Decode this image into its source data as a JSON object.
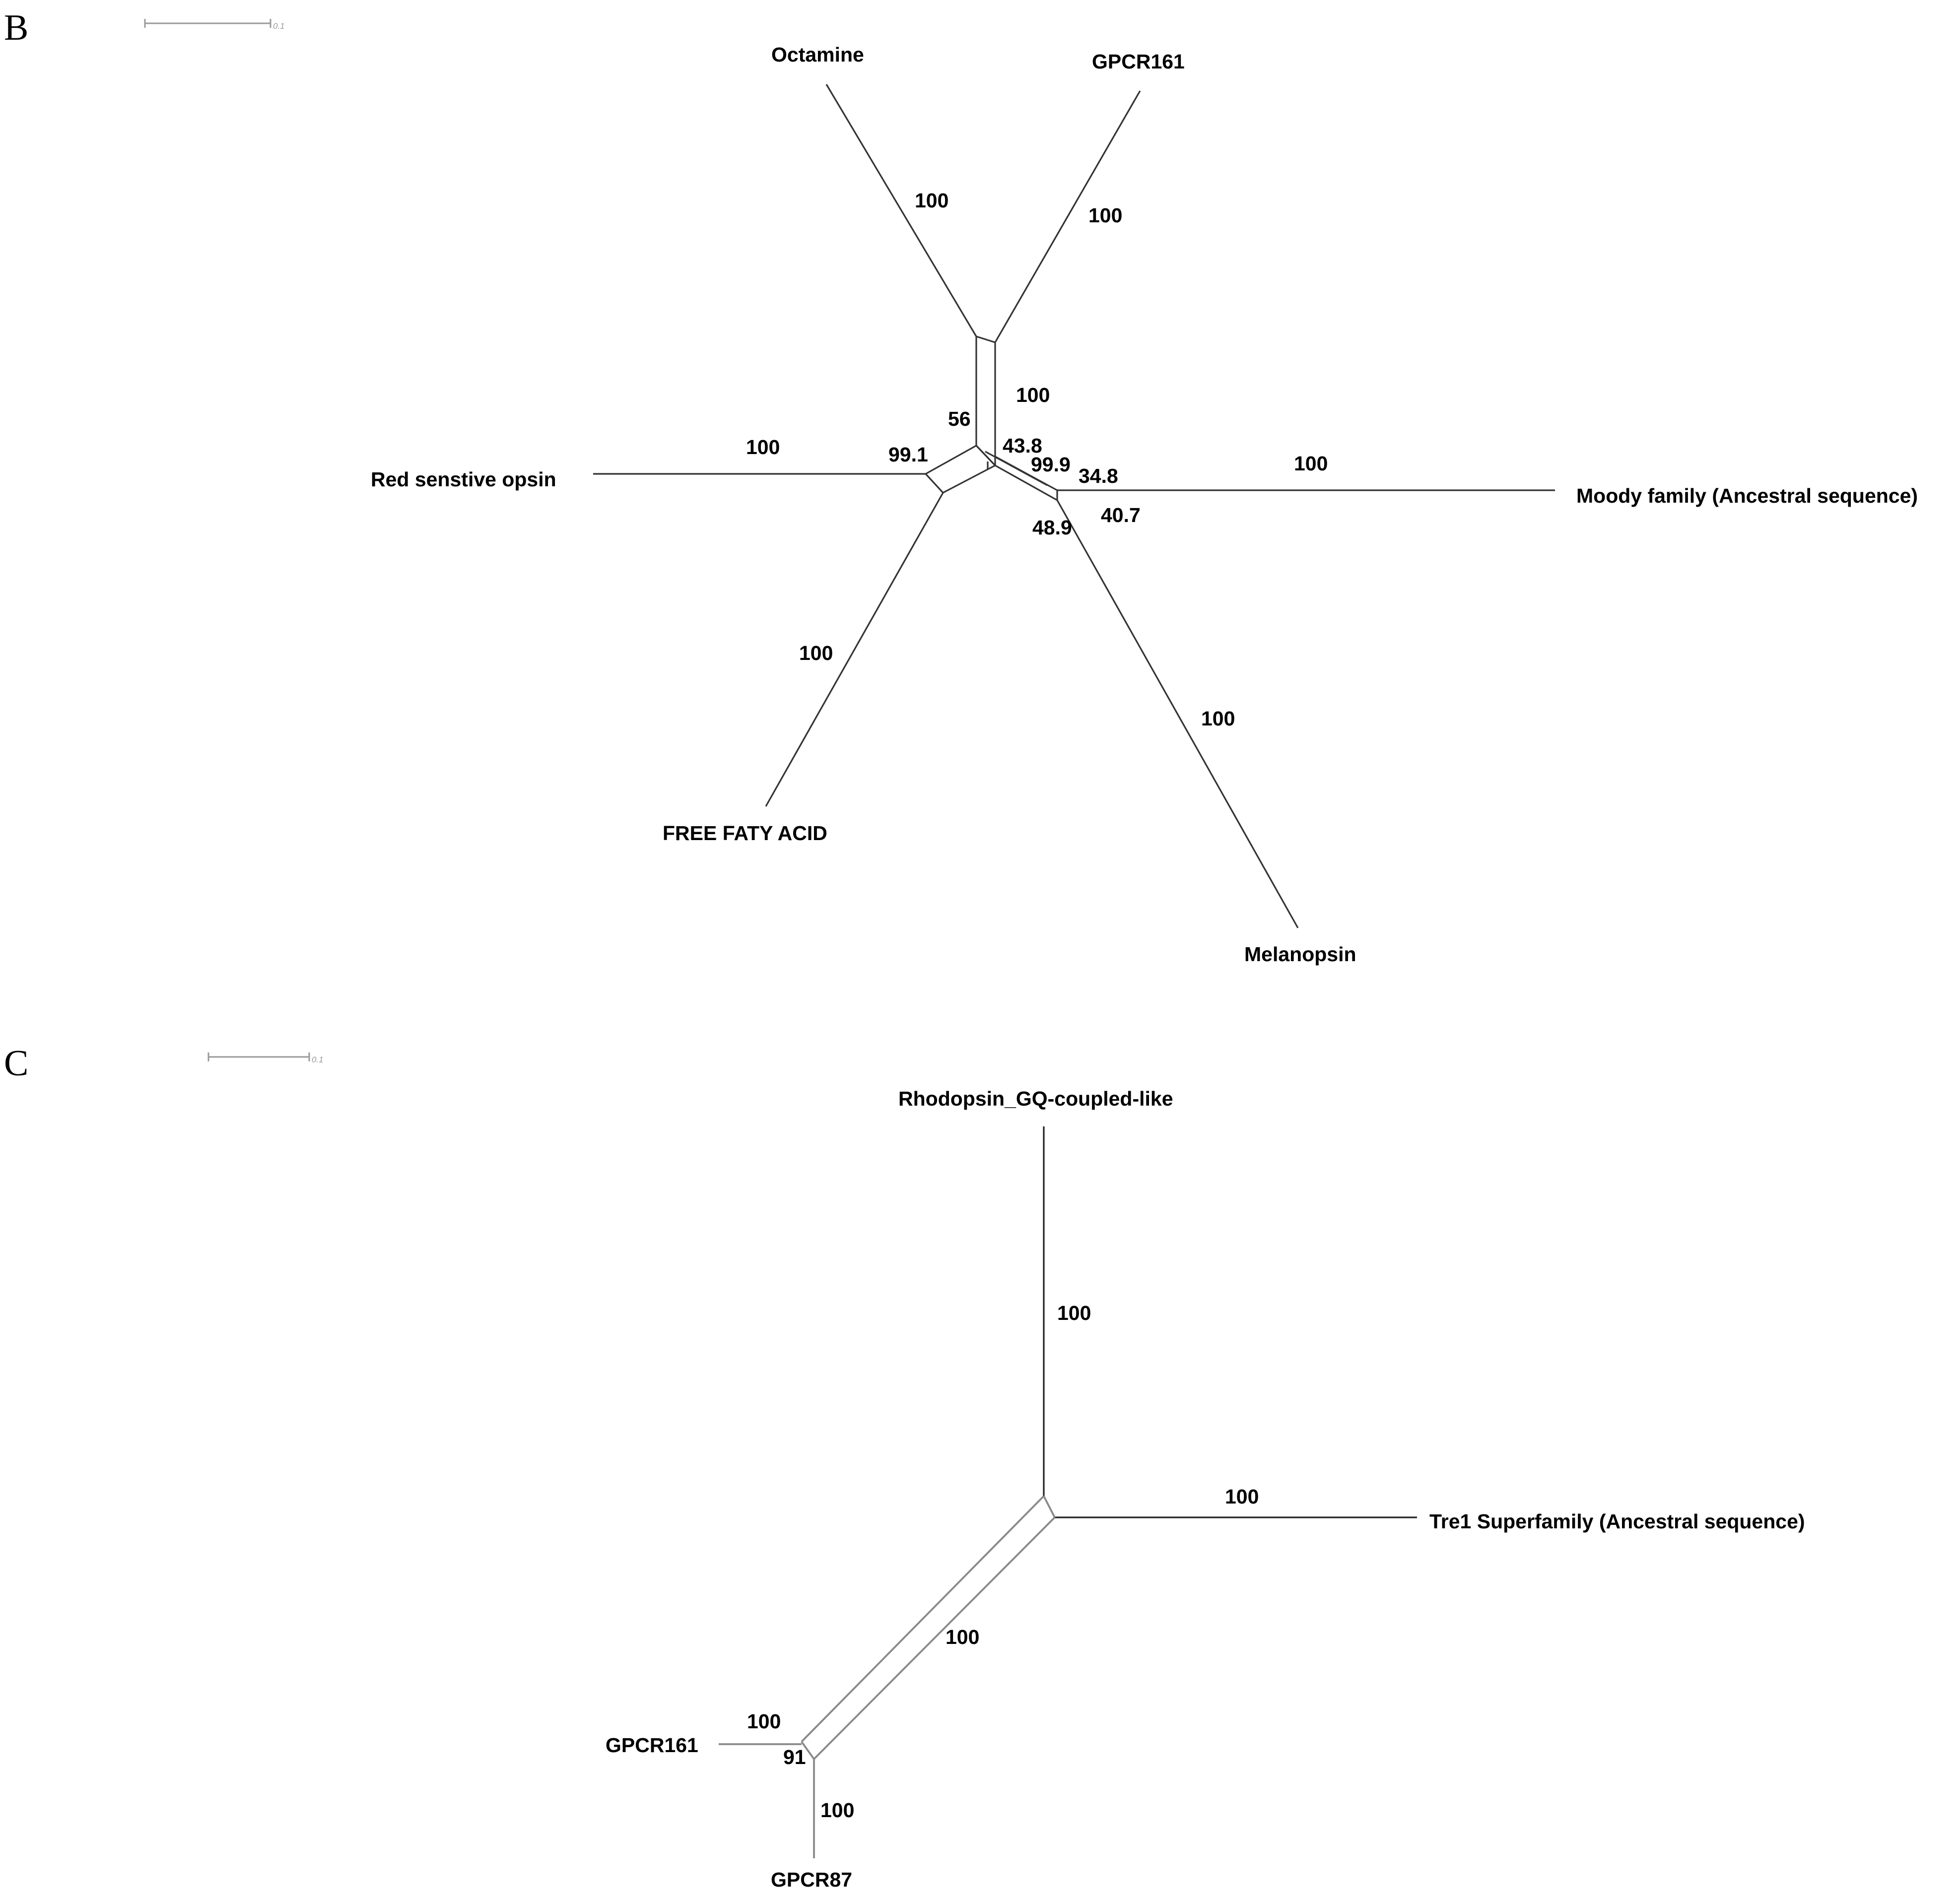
{
  "panels": [
    {
      "label": "B",
      "scale_bar": "0.1",
      "taxa": {
        "octamine": "Octamine",
        "gpcr161": "GPCR161",
        "red_opsin": "Red senstive opsin",
        "moody": "Moody family (Ancestral sequence)",
        "free_fatty_acid": "FREE FATY ACID",
        "melanopsin": "Melanopsin"
      },
      "support_values": {
        "octamine_edge": "100",
        "gpcr161_edge": "100",
        "central_split": "100",
        "split_56": "56",
        "split_43_8": "43.8",
        "split_99_1": "99.1",
        "split_99_9": "99.9",
        "split_34_8": "34.8",
        "split_40_7": "40.7",
        "split_48_9": "48.9",
        "red_opsin_edge": "100",
        "moody_edge": "100",
        "free_fatty_acid_edge": "100",
        "melanopsin_edge": "100"
      }
    },
    {
      "label": "C",
      "scale_bar": "0.1",
      "taxa": {
        "rhodopsin": "Rhodopsin_GQ-coupled-like",
        "tre1": "Tre1 Superfamily (Ancestral sequence)",
        "gpcr161": "GPCR161",
        "gpcr87": "GPCR87"
      },
      "support_values": {
        "rhodopsin_edge": "100",
        "tre1_edge": "100",
        "central_split": "100",
        "gpcr161_edge": "100",
        "split_91": "91",
        "gpcr87_edge": "100"
      }
    }
  ]
}
